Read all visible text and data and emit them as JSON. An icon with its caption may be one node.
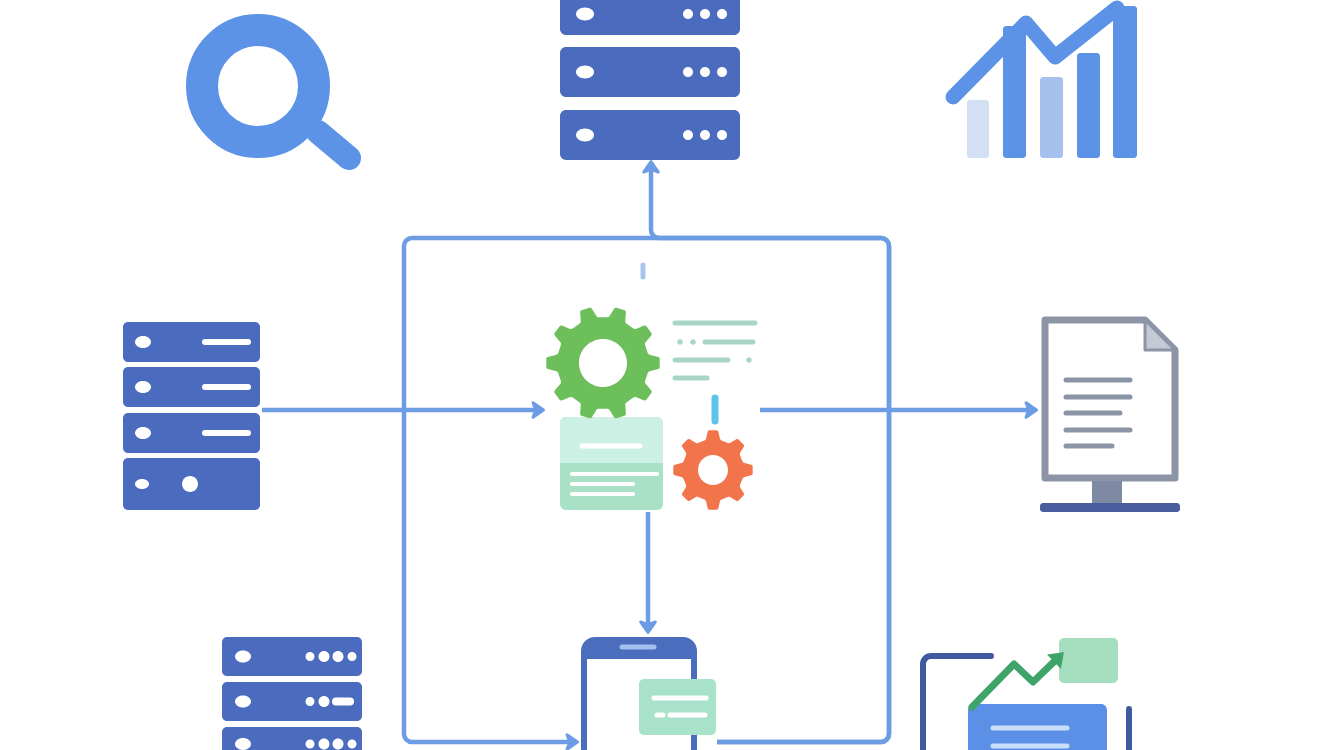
{
  "diagram": {
    "nodes": [
      {
        "text": [],
        "shape": "picture"
      },
      {
        "text": [],
        "shape": "picture"
      },
      {
        "text": [],
        "shape": "picture"
      },
      {
        "text": [],
        "shape": "picture"
      },
      {
        "text": [],
        "shape": "picture"
      },
      {
        "text": [],
        "shape": "picture"
      },
      {
        "text": [],
        "shape": "picture"
      },
      {
        "text": [],
        "shape": "picture"
      }
    ],
    "edges": [
      {
        "from": 2,
        "to": 3,
        "arrow": "to"
      },
      {
        "from": 3,
        "to": 4,
        "arrow": "to"
      },
      {
        "from": 3,
        "to": 6,
        "arrow": "to"
      },
      {
        "from": 6,
        "to": 0,
        "arrow": "to"
      },
      {
        "from": 6,
        "to": 6,
        "arrow": "to"
      }
    ]
  }
}
